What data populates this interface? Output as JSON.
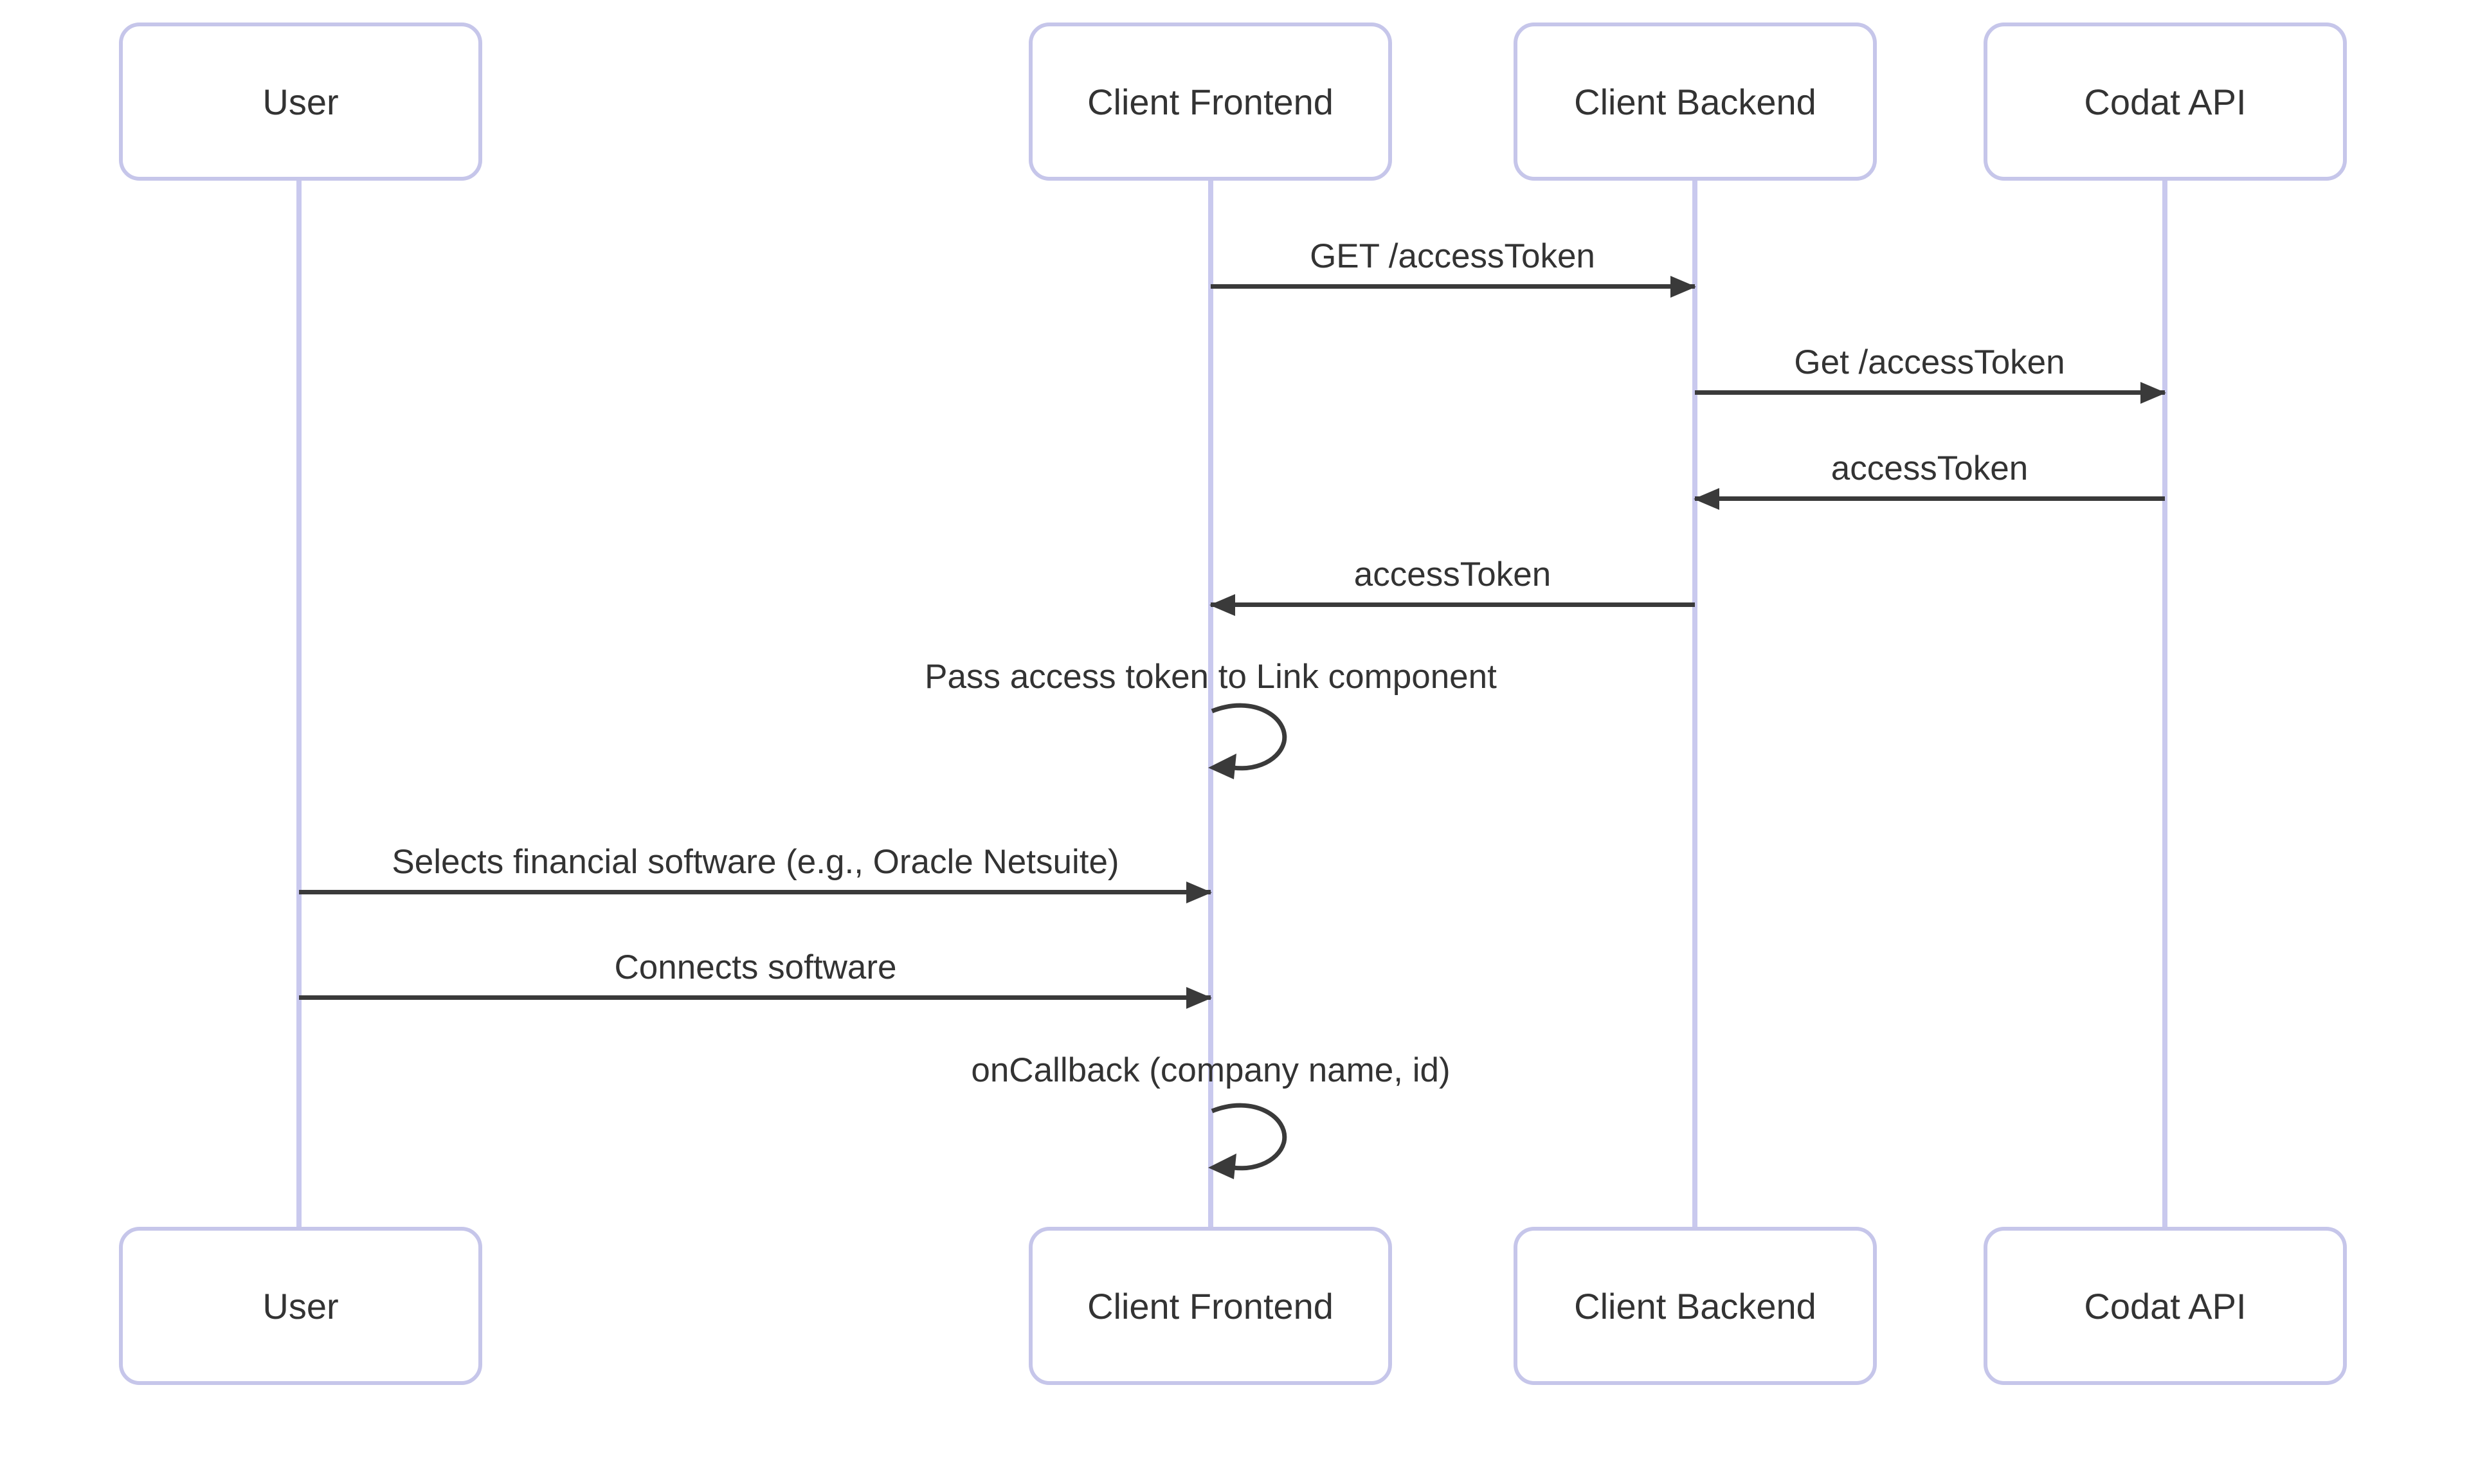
{
  "diagram": {
    "type": "sequence-diagram",
    "background": "#ffffff",
    "colors": {
      "actor_border": "#c6c6ea",
      "actor_fill": "#ffffff",
      "lifeline": "#c9c9ee",
      "arrow": "#3a3a3a",
      "text": "#333333"
    },
    "actors": [
      {
        "name": "User"
      },
      {
        "name": "Client Frontend"
      },
      {
        "name": "Client Backend"
      },
      {
        "name": "Codat API"
      }
    ],
    "messages": [
      {
        "label": "GET /accessToken",
        "from": "Client Frontend",
        "to": "Client Backend",
        "kind": "solid-arrow"
      },
      {
        "label": "Get /accessToken",
        "from": "Client Backend",
        "to": "Codat API",
        "kind": "solid-arrow"
      },
      {
        "label": "accessToken",
        "from": "Codat API",
        "to": "Client Backend",
        "kind": "solid-arrow"
      },
      {
        "label": "accessToken",
        "from": "Client Backend",
        "to": "Client Frontend",
        "kind": "solid-arrow"
      },
      {
        "label": "Pass access token to Link component",
        "from": "Client Frontend",
        "to": "Client Frontend",
        "kind": "self-loop"
      },
      {
        "label": "Selects financial software (e.g., Oracle Netsuite)",
        "from": "User",
        "to": "Client Frontend",
        "kind": "solid-arrow"
      },
      {
        "label": "Connects software",
        "from": "User",
        "to": "Client Frontend",
        "kind": "solid-arrow"
      },
      {
        "label": "onCallback (company name, id)",
        "from": "Client Frontend",
        "to": "Client Frontend",
        "kind": "self-loop"
      }
    ]
  }
}
